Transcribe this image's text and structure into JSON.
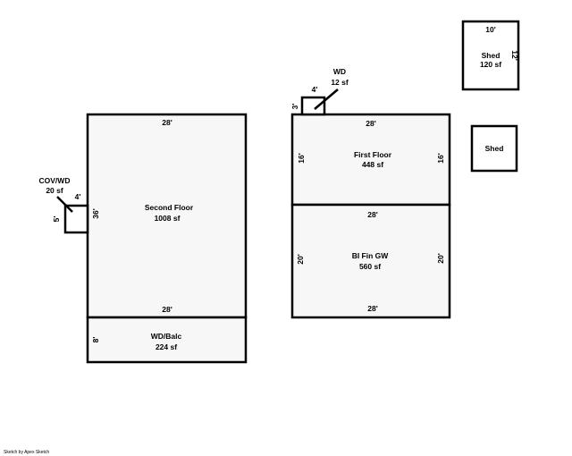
{
  "footer": "Sketch by Apex Sketch",
  "areas": {
    "second_floor": {
      "name": "Second Floor",
      "area": "1008 sf",
      "top": "28'",
      "bottom": "28'",
      "left": "36'"
    },
    "wd_balc": {
      "name": "WD/Balc",
      "area": "224 sf",
      "left": "8'"
    },
    "cov_wd": {
      "name": "COV/WD",
      "area": "20 sf",
      "w": "4'",
      "h": "5'"
    },
    "wd": {
      "name": "WD",
      "area": "12 sf",
      "w": "4'",
      "h": "3'"
    },
    "first_floor": {
      "name": "First Floor",
      "area": "448 sf",
      "top": "28'",
      "left": "16'",
      "right": "16'"
    },
    "bi_fin_gw": {
      "name": "BI Fin GW",
      "area": "560 sf",
      "top": "28'",
      "bottom": "28'",
      "left": "20'",
      "right": "20'"
    },
    "shed_top": {
      "name": "Shed",
      "area": "120 sf",
      "top": "10'",
      "right": "12'"
    },
    "shed_small": {
      "name": "Shed"
    }
  }
}
